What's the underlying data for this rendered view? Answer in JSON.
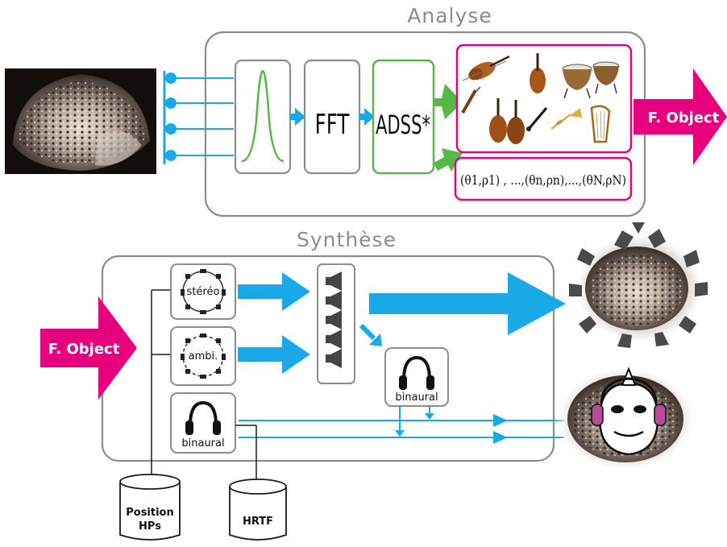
{
  "titles": {
    "analysis": "Analyse",
    "synthesis": "Synthèse"
  },
  "analysis": {
    "fft_label": "FFT",
    "adss_label": "ADSS*",
    "formula": "(θ1,ρ1) , ...,(θn,ρn),...,(θN,ρN)",
    "output_label": "F. Object"
  },
  "synthesis": {
    "input_label": "F. Object",
    "stereo_label": "stéréo",
    "ambi_label": "ambi.",
    "binaural_label": "binaural",
    "binaural2_label": "binaural"
  },
  "databases": {
    "position_line1": "Position",
    "position_line2": "HPs",
    "hrtf": "HRTF"
  },
  "colors": {
    "gray_border": "#8c8c8c",
    "cyan": "#1aa9e6",
    "green": "#55b848",
    "magenta": "#e6007e"
  }
}
